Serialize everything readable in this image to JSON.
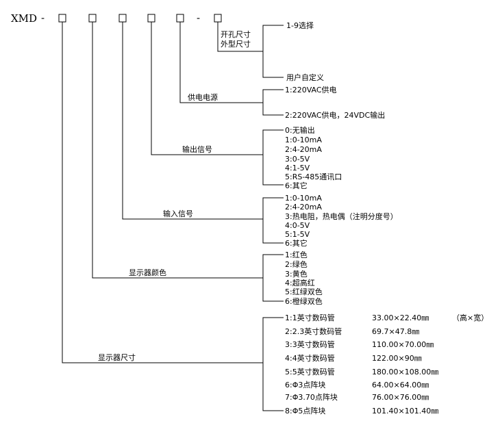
{
  "model_prefix": "XMD",
  "dashes": [
    "-",
    "-"
  ],
  "fields": [
    {
      "label": "开孔尺寸\n外型尺寸",
      "options": [
        "1-9选择",
        "用户自定义"
      ]
    },
    {
      "label": "供电电源",
      "options": [
        "1:220VAC供电",
        "2:220VAC供电，24VDC输出"
      ]
    },
    {
      "label": "输出信号",
      "options": [
        "0:无输出",
        "1:0-10mA",
        "2:4-20mA",
        "3:0-5V",
        "4:1-5V",
        "5:RS-485通讯口",
        "6:其它"
      ]
    },
    {
      "label": "输入信号",
      "options": [
        "1:0-10mA",
        "2:4-20mA",
        "3:热电阻，热电偶（注明分度号）",
        "4:0-5V",
        "5:1-5V",
        "6:其它"
      ]
    },
    {
      "label": "显示器颜色",
      "options": [
        "1:红色",
        "2:绿色",
        "3:黄色",
        "4:超高红",
        "5:红绿双色",
        "6:橙绿双色"
      ]
    },
    {
      "label": "显示器尺寸",
      "options": [
        {
          "name": "1:1英寸数码管",
          "size": "33.00×22.40㎜",
          "note": "（高×宽）"
        },
        {
          "name": "2:2.3英寸数码管",
          "size": "69.7×47.8㎜"
        },
        {
          "name": "3:3英寸数码管",
          "size": "110.00×70.00㎜"
        },
        {
          "name": "4:4英寸数码管",
          "size": "122.00×90㎜"
        },
        {
          "name": "5:5英寸数码管",
          "size": "180.00×108.00㎜"
        },
        {
          "name": "6:Φ3点阵块",
          "size": "64.00×64.00㎜"
        },
        {
          "name": "7:Φ3.70点阵块",
          "size": "76.00×76.00㎜"
        },
        {
          "name": "8:Φ5点阵块",
          "size": "101.40×101.40㎜"
        }
      ]
    }
  ]
}
